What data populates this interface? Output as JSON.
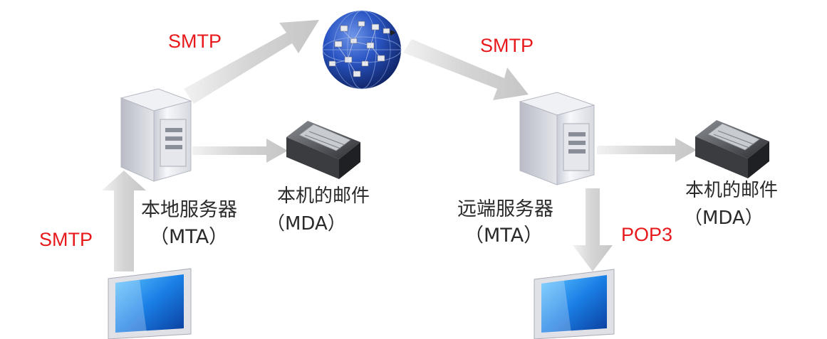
{
  "labels": {
    "smtp_client": "SMTP",
    "smtp_to_internet": "SMTP",
    "smtp_to_remote": "SMTP",
    "pop3": "POP3",
    "local_server": "本地服务器",
    "local_server_mta": "（MTA）",
    "local_mail": "本机的邮件",
    "local_mail_mda": "（MDA）",
    "remote_server": "远端服务器",
    "remote_server_mta": "（MTA）",
    "remote_mail": "本机的邮件",
    "remote_mail_mda": "（MDA）"
  },
  "colors": {
    "protocol_text": "#e8191c",
    "label_text": "#2a2a2a",
    "arrow": "#d8d8d8",
    "globe": "#1b3f9c",
    "monitor_screen": "#1a7fe6"
  },
  "icons": [
    "server-icon",
    "hard-disk-icon",
    "globe-icon",
    "monitor-icon"
  ]
}
